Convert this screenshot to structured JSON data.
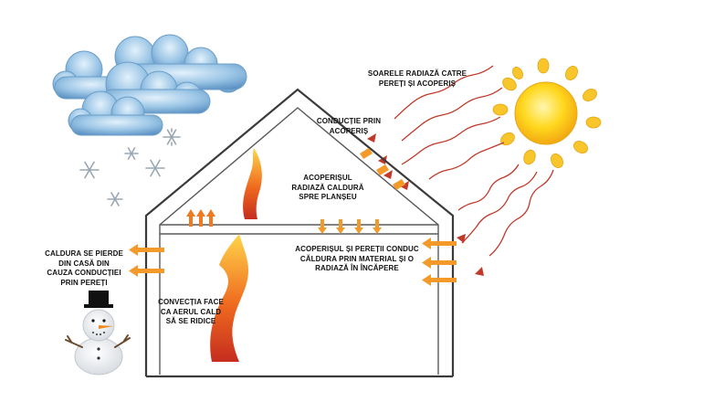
{
  "labels": {
    "sun_radiates": "SOARELE RADIAZĂ CATRE\nPEREȚI ȘI ACOPERIȘ",
    "roof_conduction": "CONDUCȚIE PRIN\nACOPERIȘ",
    "roof_radiates": "ACOPERIȘUL\nRADIAZĂ CALDURĂ\nSPRE PLANȘEU",
    "walls_conduct": "ACOPERIȘUL ȘI PEREȚII CONDUC\nCĂLDURA PRIN MATERIAL ȘI O\nRADIAZĂ ÎN ÎNCĂPERE",
    "heat_lost": "CALDURA SE PIERDE\nDIN CASĂ DIN\nCAUZA CONDUCȚIEI\nPRIN PEREȚI",
    "convection": "CONVECȚIA FACE\nCA AERUL CALD\nSĂ SE RIDICE"
  },
  "icons": [
    "cloud-icon",
    "snowflake-icon",
    "sun-icon",
    "snowman-icon",
    "house-icon",
    "heat-arrow-icon",
    "radiation-wave-icon"
  ],
  "colors": {
    "sun": "#ffd21a",
    "sun_ray": "#f6c02a",
    "cloud": "#86b6dc",
    "radiation": "#c0392b",
    "heat_arrow": "#f39a2a",
    "house_line": "#3a3a3a"
  }
}
